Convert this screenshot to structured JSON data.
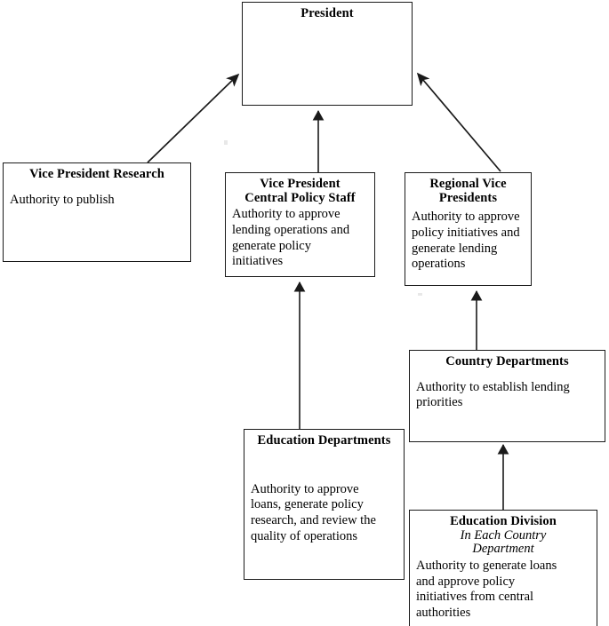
{
  "diagram": {
    "type": "organizational-chart",
    "title": "Organizational authority chart",
    "line_color": "#1a1a1a",
    "background_color": "#ffffff",
    "nodes": [
      {
        "id": "president",
        "title": "President",
        "subtitle": "",
        "body": ""
      },
      {
        "id": "vp-research",
        "title": "Vice President Research",
        "subtitle": "",
        "body": "Authority to publish"
      },
      {
        "id": "vp-central-policy-staff",
        "title": "Vice President\nCentral Policy Staff",
        "subtitle": "",
        "body": "Authority to approve\nlending operations and\ngenerate policy\ninitiatives"
      },
      {
        "id": "regional-vice-presidents",
        "title": "Regional Vice\nPresidents",
        "subtitle": "",
        "body": "Authority to approve\npolicy initiatives and\ngenerate lending\noperations"
      },
      {
        "id": "country-departments",
        "title": "Country Departments",
        "subtitle": "",
        "body": "Authority to establish lending\npriorities"
      },
      {
        "id": "education-departments",
        "title": "Education Departments",
        "subtitle": "",
        "body": "Authority to approve\nloans, generate policy\nresearch, and review the\nquality of operations"
      },
      {
        "id": "education-division",
        "title": "Education Division",
        "subtitle": "In Each Country\nDepartment",
        "body": "Authority to generate loans\nand approve policy\ninitiatives from central\nauthorities"
      }
    ],
    "edges": [
      {
        "id": "vp-research-to-president",
        "from": "vp-research",
        "to": "president",
        "style": "diagonal-arrow"
      },
      {
        "id": "vp-central-policy-staff-to-president",
        "from": "vp-central-policy-staff",
        "to": "president",
        "style": "vertical-arrow"
      },
      {
        "id": "regional-vice-presidents-to-president",
        "from": "regional-vice-presidents",
        "to": "president",
        "style": "diagonal-arrow"
      },
      {
        "id": "education-departments-to-vp-central-policy-staff",
        "from": "education-departments",
        "to": "vp-central-policy-staff",
        "style": "vertical-arrow"
      },
      {
        "id": "country-departments-to-regional-vice-presidents",
        "from": "country-departments",
        "to": "regional-vice-presidents",
        "style": "vertical-arrow"
      },
      {
        "id": "education-division-to-country-departments",
        "from": "education-division",
        "to": "country-departments",
        "style": "vertical-arrow"
      }
    ]
  }
}
